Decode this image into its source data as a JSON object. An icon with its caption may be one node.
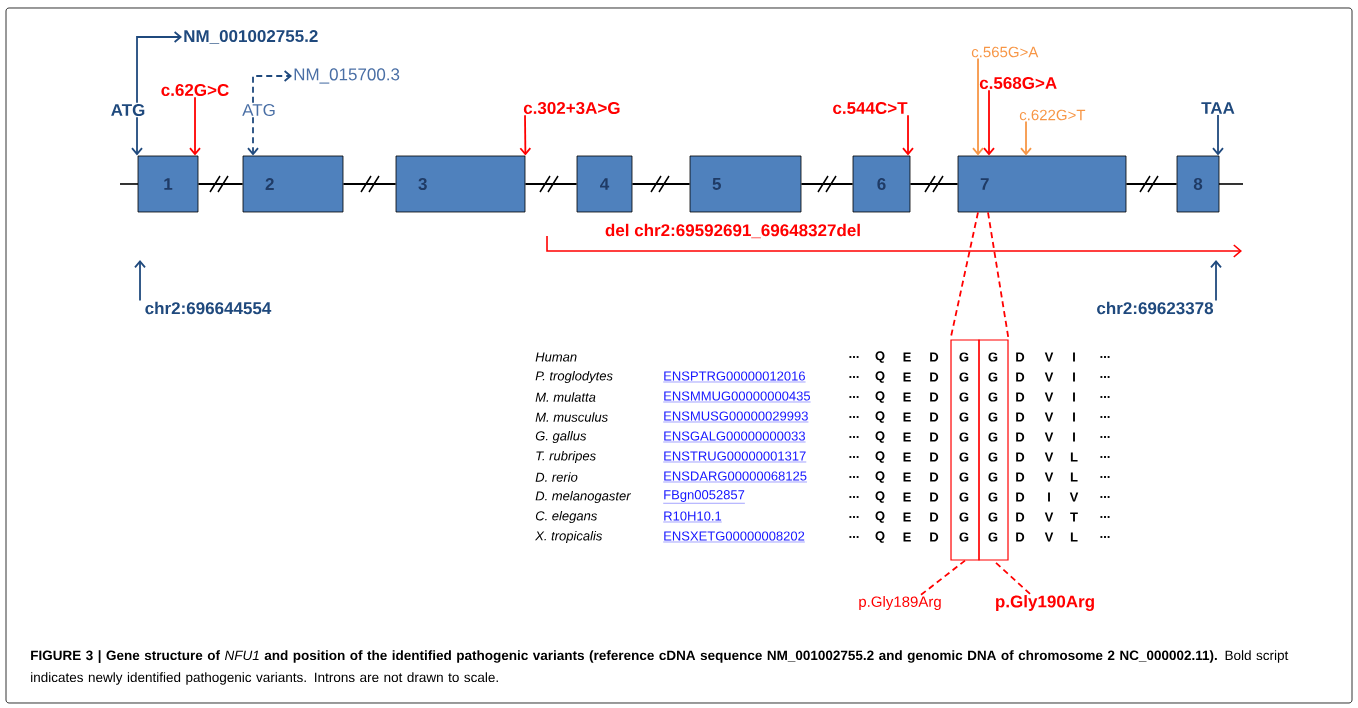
{
  "diagram": {
    "caption": "**FIGURE 3 | Gene structure of** *NFU1* **and position of the identified pathogenic variants (reference cDNA sequence NM_001002755.2 and genomic DNA of chromosome 2 NC_000002.11).** Bold script indicates newly identified pathogenic variants. Introns are not drawn to scale.",
    "nodes": [
      {
        "text": [
          "NM_001002755.2"
        ]
      },
      {
        "text": [
          "NM_015700.3"
        ]
      },
      {
        "text": [
          "c.565G>A"
        ]
      },
      {
        "text": [
          "c.568G>A"
        ]
      },
      {
        "text": [
          "c.62G>C"
        ]
      },
      {
        "text": [
          "ATG"
        ]
      },
      {
        "text": [
          "ATG"
        ]
      },
      {
        "text": [
          "c.302+3A>G"
        ]
      },
      {
        "text": [
          "c.544C>T"
        ]
      },
      {
        "text": [
          "c.622G>T"
        ]
      },
      {
        "text": [
          "TAA"
        ]
      },
      {
        "text": [
          "1"
        ]
      },
      {
        "text": [
          "2"
        ]
      },
      {
        "text": [
          "3"
        ]
      },
      {
        "text": [
          "4"
        ]
      },
      {
        "text": [
          "5"
        ]
      },
      {
        "text": [
          "6"
        ]
      },
      {
        "text": [
          "7"
        ]
      },
      {
        "text": [
          "8"
        ]
      },
      {
        "text": [
          "chr2:696644554"
        ]
      },
      {
        "text": [
          "chr2:69623378"
        ]
      },
      {
        "text": [],
        "shape": "box"
      },
      {
        "text": [],
        "shape": "box"
      },
      {
        "text": [
          "p.Gly189Arg"
        ]
      },
      {
        "text": [
          "p.Gly190Arg"
        ]
      }
    ],
    "edges": [
      {
        "from": 5,
        "to": 0,
        "arrow": "to",
        "color": "#1f497d"
      },
      {
        "from": 6,
        "to": 1,
        "arrow": "to",
        "style": "dashed",
        "color": "#1f497d"
      },
      {
        "from": 5,
        "to": 11,
        "arrow": "to",
        "color": "#1f497d"
      },
      {
        "from": 4,
        "to": 11,
        "arrow": "to"
      },
      {
        "from": 6,
        "to": 12,
        "arrow": "to",
        "style": "dashed",
        "color": "#1f497d"
      },
      {
        "from": 7,
        "to": 13,
        "arrow": "to"
      },
      {
        "from": 8,
        "to": 16,
        "arrow": "to"
      },
      {
        "from": 2,
        "to": 17,
        "arrow": "to",
        "color": "#f79646"
      },
      {
        "from": 3,
        "to": 17,
        "arrow": "to"
      },
      {
        "from": 9,
        "to": 17,
        "arrow": "to",
        "color": "#f79646"
      },
      {
        "from": 10,
        "to": 18,
        "arrow": "to",
        "color": "#1f497d"
      },
      {
        "from": 11,
        "to": 12,
        "arrow": "none",
        "color": "#000000"
      },
      {
        "from": 12,
        "to": 13,
        "arrow": "none",
        "color": "#000000"
      },
      {
        "from": 13,
        "to": 14,
        "arrow": "none",
        "color": "#000000"
      },
      {
        "from": 14,
        "to": 15,
        "arrow": "none",
        "color": "#000000"
      },
      {
        "from": 15,
        "to": 16,
        "arrow": "none",
        "color": "#000000"
      },
      {
        "from": 16,
        "to": 17,
        "arrow": "none",
        "color": "#000000"
      },
      {
        "from": 17,
        "to": 18,
        "arrow": "none",
        "color": "#000000"
      },
      {
        "from": 19,
        "to": null,
        "arrow": "to",
        "color": "#1f497d"
      },
      {
        "from": 20,
        "to": null,
        "arrow": "to",
        "color": "#1f497d"
      },
      {
        "from": 17,
        "to": 21,
        "arrow": "none",
        "style": "dashed"
      },
      {
        "from": 17,
        "to": 22,
        "arrow": "none",
        "style": "dashed"
      },
      {
        "from": 23,
        "to": 21,
        "arrow": "none",
        "style": "dashed"
      },
      {
        "from": 24,
        "to": 22,
        "arrow": "none",
        "style": "dashed"
      }
    ],
    "labels": [
      "del chr2:69592691_69648327del",
      "Human",
      "...",
      "Q",
      "E",
      "D",
      "G",
      "G",
      "D",
      "V",
      "I",
      "...",
      "P. troglodytes",
      "ENSPTRG00000012016",
      "...",
      "Q",
      "E",
      "D",
      "G",
      "G",
      "D",
      "V",
      "I",
      "...",
      "M. mulatta",
      "ENSMMUG00000000435",
      "...",
      "Q",
      "E",
      "D",
      "G",
      "G",
      "D",
      "V",
      "I",
      "...",
      "M. musculus",
      "ENSMUSG00000029993",
      "...",
      "Q",
      "E",
      "D",
      "G",
      "G",
      "D",
      "V",
      "I",
      "...",
      "G. gallus",
      "ENSGALG00000000033",
      "...",
      "Q",
      "E",
      "D",
      "G",
      "G",
      "D",
      "V",
      "I",
      "...",
      "T. rubripes",
      "ENSTRUG00000001317",
      "...",
      "Q",
      "E",
      "D",
      "G",
      "G",
      "D",
      "V",
      "L",
      "...",
      "D. rerio",
      "ENSDARG00000068125",
      "...",
      "Q",
      "E",
      "D",
      "G",
      "G",
      "D",
      "V",
      "L",
      "...",
      "D. melanogaster",
      "FBgn0052857",
      "...",
      "Q",
      "E",
      "D",
      "G",
      "G",
      "D",
      "I",
      "V",
      "...",
      "C. elegans",
      "R10H10.1",
      "...",
      "Q",
      "E",
      "D",
      "G",
      "G",
      "D",
      "V",
      "T",
      "...",
      "X. tropicalis",
      "ENSXETG00000008202",
      "...",
      "Q",
      "E",
      "D",
      "G",
      "G",
      "D",
      "V",
      "L",
      "..."
    ]
  }
}
